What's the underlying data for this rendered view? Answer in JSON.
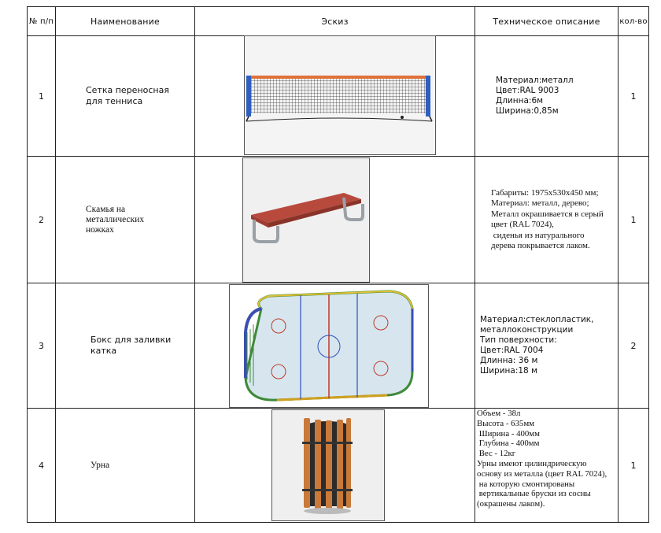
{
  "table": {
    "headers": {
      "num": "№ п/п",
      "name": "Наименование",
      "sketch": "Эскиз",
      "spec": "Техническое описание",
      "qty": "кол-во"
    },
    "rows": [
      {
        "num": "1",
        "name_lines": [
          "Сетка переносная",
          "для тенниса"
        ],
        "spec_lines": [
          "Материал:металл",
          "Цвет:RAL 9003",
          "Длинна:6м",
          "Ширина:0,85м"
        ],
        "qty": "1",
        "image": "tennis-net"
      },
      {
        "num": "2",
        "name_lines": [
          "Скамья  на",
          "металлических",
          "ножках"
        ],
        "spec_lines": [
          "Габариты: 1975х530х450 мм;",
          "Материал: металл, дерево;",
          "Металл окрашивается в серый",
          "цвет (RAL 7024),",
          " сиденья из натурального",
          "дерева покрывается лаком."
        ],
        "qty": "1",
        "image": "bench"
      },
      {
        "num": "3",
        "name_lines": [
          "Бокс для заливки",
          "катка"
        ],
        "spec_lines": [
          "Материал:стеклопластик,",
          "металлоконструкции",
          "Тип поверхности:",
          "Цвет:RAL 7004",
          "Длинна: 36 м",
          "Ширина:18 м"
        ],
        "qty": "2",
        "image": "ice-rink-box"
      },
      {
        "num": "4",
        "name_lines": [
          "Урна"
        ],
        "spec_lines": [
          "Объем - 38л",
          "Высота - 635мм",
          " Ширина - 400мм",
          " Глубина - 400мм",
          " Вес - 12кг",
          "Урны имеют цилиндрическую",
          "основу из металла (цвет RAL 7024),",
          " на которую смонтированы",
          " вертикальные бруски из сосны",
          "(окрашены лаком)."
        ],
        "qty": "1",
        "image": "trash-bin"
      }
    ]
  }
}
